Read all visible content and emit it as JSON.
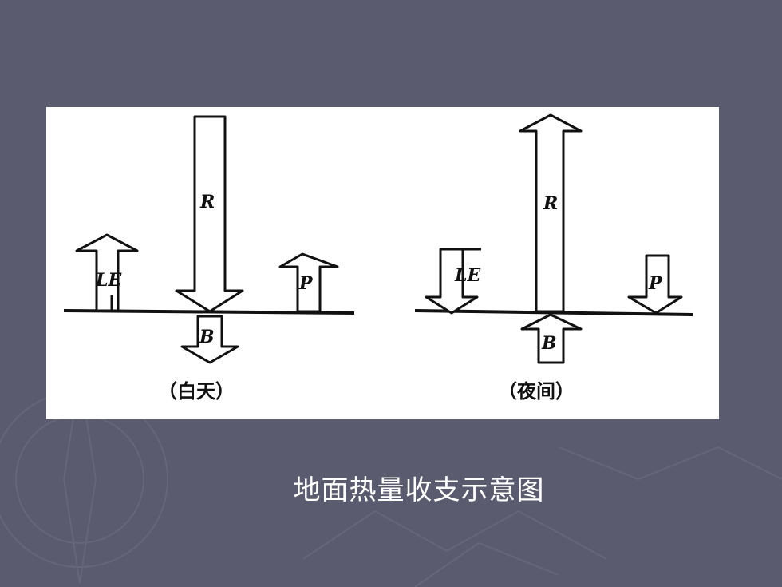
{
  "colors": {
    "background": "#5a5b6e",
    "panel": "#ffffff",
    "ink": "#111111",
    "caption_text": "#ffffff"
  },
  "diagram": {
    "day": {
      "caption": "（白天）",
      "labels": {
        "R": "R",
        "LE": "LE",
        "P": "P",
        "B": "B"
      }
    },
    "night": {
      "caption": "（夜间）",
      "labels": {
        "R": "R",
        "LE": "LE",
        "P": "P",
        "B": "B"
      }
    }
  },
  "slide": {
    "caption": "地面热量收支示意图"
  }
}
